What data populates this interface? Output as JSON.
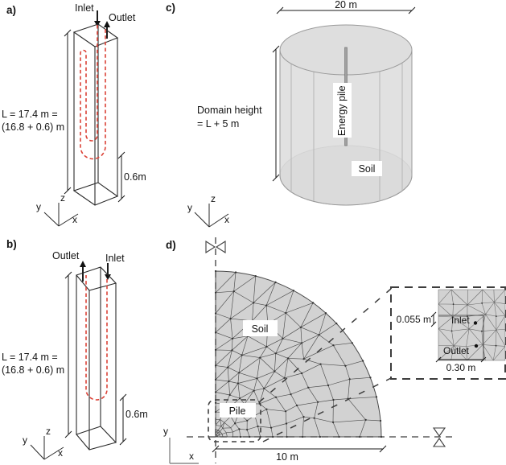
{
  "figure": {
    "panel_a": {
      "tag": "a)",
      "inlet_label": "Inlet",
      "outlet_label": "Outlet",
      "length_label_line1": "L = 17.4 m =",
      "length_label_line2": "(16.8 + 0.6) m",
      "embedment_label": "0.6m",
      "axis_x": "x",
      "axis_y": "y",
      "axis_z": "z"
    },
    "panel_b": {
      "tag": "b)",
      "inlet_label": "Inlet",
      "outlet_label": "Outlet",
      "length_label_line1": "L = 17.4 m =",
      "length_label_line2": "(16.8 + 0.6) m",
      "embedment_label": "0.6m",
      "axis_x": "x",
      "axis_y": "y",
      "axis_z": "z"
    },
    "panel_c": {
      "tag": "c)",
      "diameter_label": "20 m",
      "height_label_line1": "Domain height",
      "height_label_line2": "= L + 5 m",
      "energy_pile_label": "Energy pile",
      "soil_label": "Soil",
      "axis_x": "x",
      "axis_y": "y",
      "axis_z": "z"
    },
    "panel_d": {
      "tag": "d)",
      "soil_label": "Soil",
      "pile_label": "Pile",
      "radius_label": "10 m",
      "axis_x": "x",
      "axis_y": "y",
      "inset": {
        "pipe_depth_label": "0.055 m",
        "pile_width_label": "0.30 m",
        "inlet_label": "Inlet",
        "outlet_label": "Outlet"
      }
    }
  },
  "colors": {
    "pipe_red": "#db4237",
    "mesh_fill": "#d2d2d2",
    "domain_fill": "#dcdcdc",
    "ink": "#141414"
  }
}
